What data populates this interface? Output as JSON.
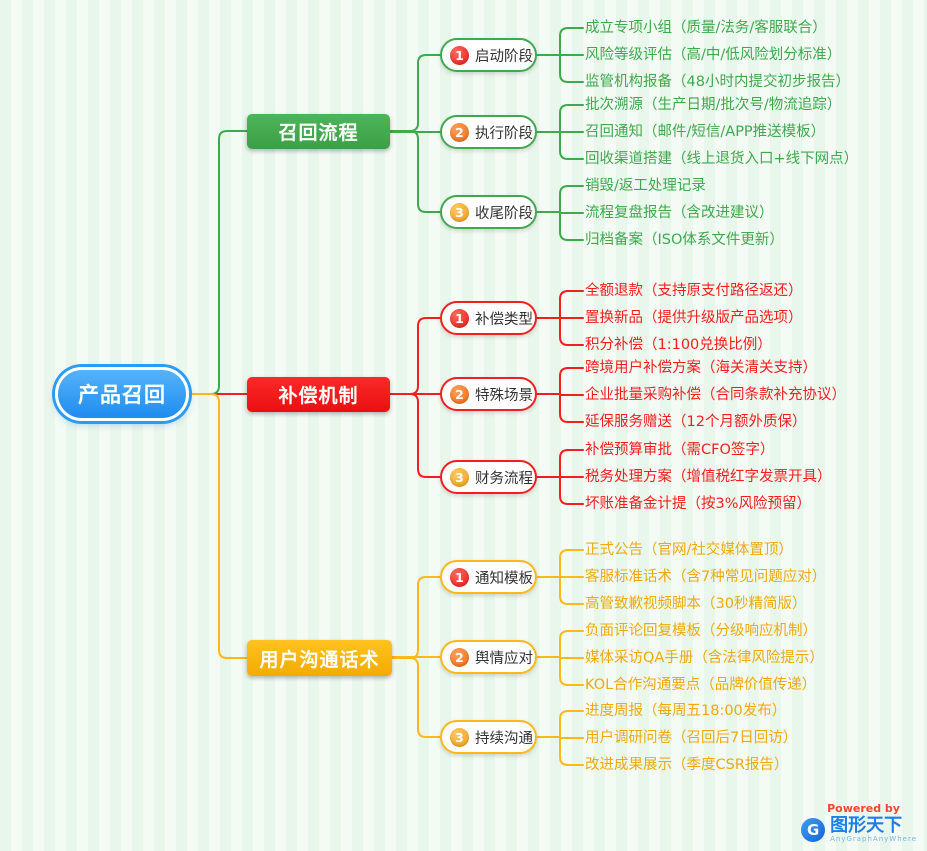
{
  "colors": {
    "green": "#3fa94e",
    "red": "#f31f1f",
    "yellow": "#ffb71a",
    "yellow_text": "#efa90f",
    "blue": "#2b9bf4"
  },
  "map": {
    "root": "产品召回",
    "branches": [
      {
        "label": "召回流程",
        "children": [
          {
            "num": "1",
            "label": "启动阶段",
            "leaves": [
              "成立专项小组（质量/法务/客服联合）",
              "风险等级评估（高/中/低风险划分标准）",
              "监管机构报备（48小时内提交初步报告）"
            ]
          },
          {
            "num": "2",
            "label": "执行阶段",
            "leaves": [
              "批次溯源（生产日期/批次号/物流追踪）",
              "召回通知（邮件/短信/APP推送模板）",
              "回收渠道搭建（线上退货入口+线下网点）"
            ]
          },
          {
            "num": "3",
            "label": "收尾阶段",
            "leaves": [
              "销毁/返工处理记录",
              "流程复盘报告（含改进建议）",
              "归档备案（ISO体系文件更新）"
            ]
          }
        ]
      },
      {
        "label": "补偿机制",
        "children": [
          {
            "num": "1",
            "label": "补偿类型",
            "leaves": [
              "全额退款（支持原支付路径返还）",
              "置换新品（提供升级版产品选项）",
              "积分补偿（1:100兑换比例）"
            ]
          },
          {
            "num": "2",
            "label": "特殊场景",
            "leaves": [
              "跨境用户补偿方案（海关清关支持）",
              "企业批量采购补偿（合同条款补充协议）",
              "延保服务赠送（12个月额外质保）"
            ]
          },
          {
            "num": "3",
            "label": "财务流程",
            "leaves": [
              "补偿预算审批（需CFO签字）",
              "税务处理方案（增值税红字发票开具）",
              "坏账准备金计提（按3%风险预留）"
            ]
          }
        ]
      },
      {
        "label": "用户沟通话术",
        "children": [
          {
            "num": "1",
            "label": "通知模板",
            "leaves": [
              "正式公告（官网/社交媒体置顶）",
              "客服标准话术（含7种常见问题应对）",
              "高管致歉视频脚本（30秒精简版）"
            ]
          },
          {
            "num": "2",
            "label": "舆情应对",
            "leaves": [
              "负面评论回复模板（分级响应机制）",
              "媒体采访QA手册（含法律风险提示）",
              "KOL合作沟通要点（品牌价值传递）"
            ]
          },
          {
            "num": "3",
            "label": "持续沟通",
            "leaves": [
              "进度周报（每周五18:00发布）",
              "用户调研问卷（召回后7日回访）",
              "改进成果展示（季度CSR报告）"
            ]
          }
        ]
      }
    ]
  },
  "watermark": {
    "powered_by": "Powered by",
    "logo_letter": "G",
    "brand": "图形天下",
    "tagline": "AnyGraphAnyWhere"
  }
}
